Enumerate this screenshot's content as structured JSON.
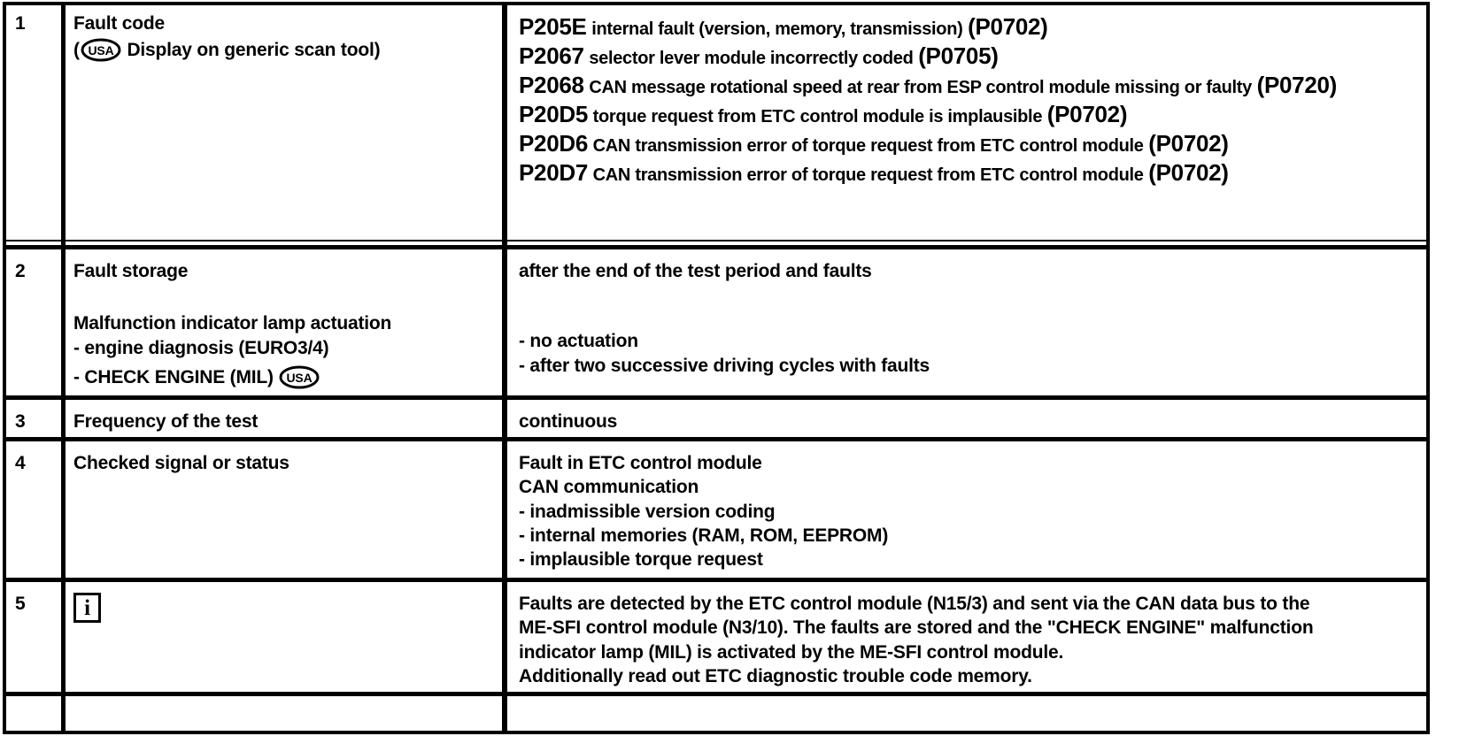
{
  "table": {
    "rows": [
      {
        "number": "1",
        "label": {
          "title": "Fault code",
          "subtitle_prefix": "(",
          "badge": "usa-oval-badge",
          "badge_text": "USA",
          "subtitle_suffix": "Display on generic scan tool)"
        },
        "fault_codes": [
          {
            "code": "P205E",
            "description": "internal fault (version, memory, transmission)",
            "oem_code": "(P0702)",
            "wrap": false
          },
          {
            "code": "P2067",
            "description": "selector lever module incorrectly coded",
            "oem_code": "(P0705)",
            "wrap": false
          },
          {
            "code": "P2068",
            "description": "CAN message rotational speed at rear from ESP control module missing or faulty",
            "oem_code": "(P0720)",
            "wrap": true
          },
          {
            "code": "P20D5",
            "description": "torque request from ETC control module is implausible",
            "oem_code": "(P0702)",
            "wrap": false
          },
          {
            "code": "P20D6",
            "description": "CAN transmission error of torque request from ETC control module",
            "oem_code": "(P0702)",
            "wrap": false
          },
          {
            "code": "P20D7",
            "description": "CAN transmission error of torque request from ETC control module",
            "oem_code": "(P0702)",
            "wrap": false
          }
        ]
      },
      {
        "number": "2",
        "label_lines": [
          "Fault storage",
          "",
          "Malfunction indicator lamp actuation",
          "- engine diagnosis (EURO3/4)"
        ],
        "label_mil_line": "- CHECK ENGINE (MIL)",
        "label_mil_badge": "USA",
        "value_lines_top": [
          "after the end of the test period and faults"
        ],
        "value_lines_bottom": [
          "- no actuation",
          "- after two successive driving cycles with faults"
        ]
      },
      {
        "number": "3",
        "label": "Frequency of the test",
        "value_lines": [
          "continuous"
        ]
      },
      {
        "number": "4",
        "label": "Checked signal or status",
        "value_lines": [
          "Fault in ETC control module",
          "CAN communication",
          "- inadmissible version coding",
          "- internal memories (RAM, ROM, EEPROM)",
          "- implausible torque request"
        ]
      },
      {
        "number": "5",
        "label_icon": "info-icon",
        "label_icon_glyph": "i",
        "value_lines": [
          "Faults are detected by the ETC control module (N15/3) and sent via the CAN data bus to the",
          "ME-SFI control module (N3/10). The faults are stored and the \"CHECK ENGINE\" malfunction",
          "indicator lamp (MIL) is activated by the ME-SFI control module.",
          "Additionally read out ETC diagnostic trouble code memory."
        ]
      }
    ]
  },
  "colors": {
    "ink": "#000000",
    "paper": "#ffffff"
  }
}
